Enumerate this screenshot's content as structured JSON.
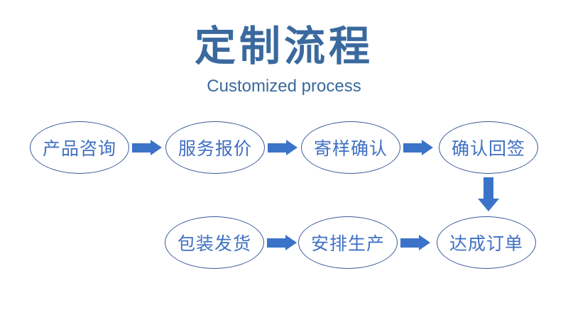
{
  "header": {
    "title": "定制流程",
    "subtitle": "Customized process"
  },
  "colors": {
    "background": "#ffffff",
    "title_blue": "#3a699e",
    "node_border_blue": "#3e5a9b",
    "node_text_blue": "#3f70c4",
    "arrow_blue": "#3b73c8"
  },
  "flow": {
    "row1": [
      {
        "label": "产品咨询"
      },
      {
        "label": "服务报价"
      },
      {
        "label": "寄样确认"
      },
      {
        "label": "确认回签"
      }
    ],
    "row2": [
      {
        "label": "包装发货"
      },
      {
        "label": "安排生产"
      },
      {
        "label": "达成订单"
      }
    ]
  }
}
